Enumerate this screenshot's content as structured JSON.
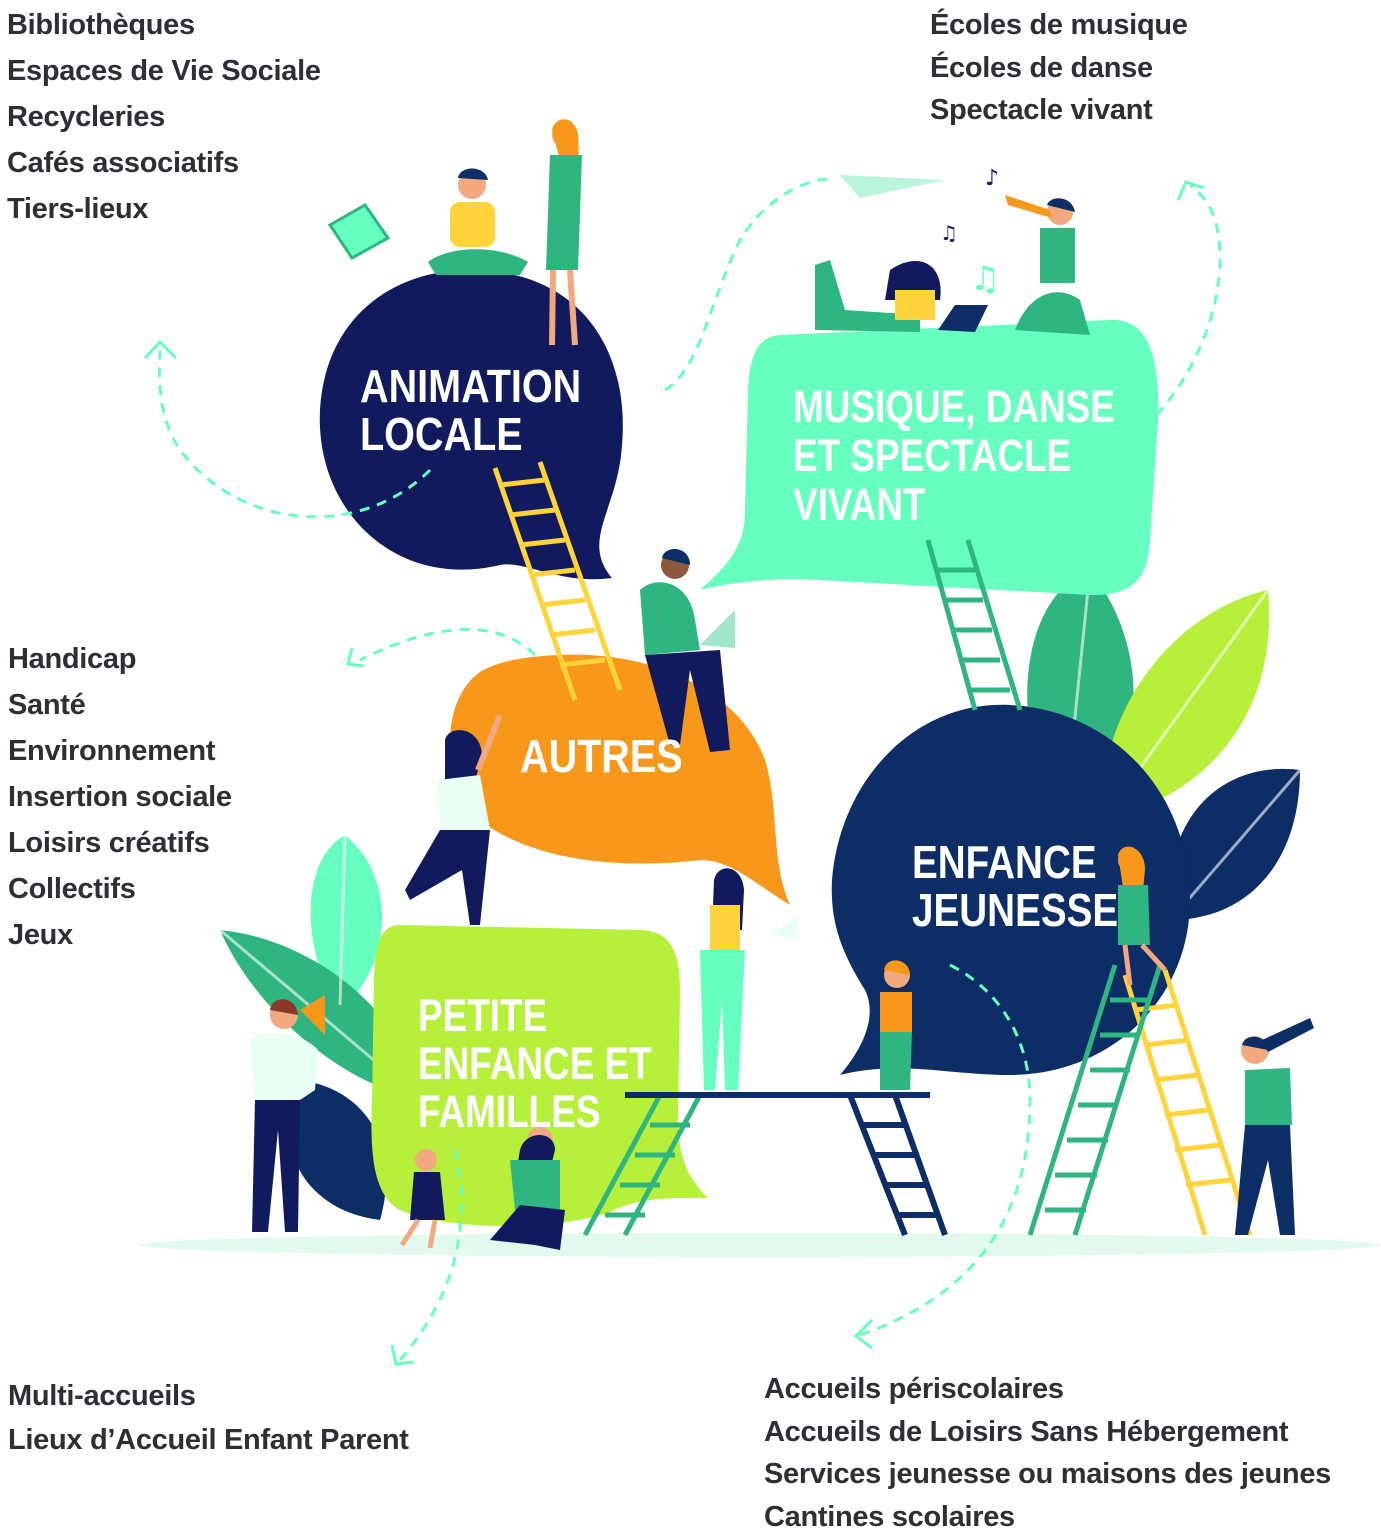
{
  "colors": {
    "navy": "#111a5c",
    "navy_alt": "#0d2d66",
    "mint": "#66ffbf",
    "orange": "#f7981b",
    "lime": "#b6f03b",
    "green": "#2fb57f",
    "yellow": "#ffd43b",
    "text": "#2e2e36"
  },
  "categories": [
    {
      "id": "animation-locale",
      "title_lines": [
        "ANIMATION",
        "LOCALE"
      ],
      "items": [
        "Bibliothèques",
        "Espaces de Vie Sociale",
        "Recycleries",
        "Cafés associatifs",
        "Tiers-lieux"
      ]
    },
    {
      "id": "musique-danse",
      "title_lines": [
        "MUSIQUE, DANSE",
        "ET SPECTACLE",
        "VIVANT"
      ],
      "items": [
        "Écoles de musique",
        "Écoles de danse",
        "Spectacle vivant"
      ]
    },
    {
      "id": "autres",
      "title_lines": [
        "AUTRES"
      ],
      "items": [
        "Handicap",
        "Santé",
        "Environnement",
        "Insertion sociale",
        "Loisirs créatifs",
        "Collectifs",
        "Jeux"
      ]
    },
    {
      "id": "enfance-jeunesse",
      "title_lines": [
        "ENFANCE",
        "JEUNESSE"
      ],
      "items": [
        "Accueils périscolaires",
        "Accueils de Loisirs Sans Hébergement",
        "Services jeunesse ou maisons des jeunes",
        "Cantines scolaires"
      ]
    },
    {
      "id": "petite-enfance",
      "title_lines": [
        "PETITE",
        "ENFANCE ET",
        "FAMILLES"
      ],
      "items": [
        "Multi-accueils",
        "Lieux d’Accueil Enfant Parent"
      ]
    }
  ]
}
